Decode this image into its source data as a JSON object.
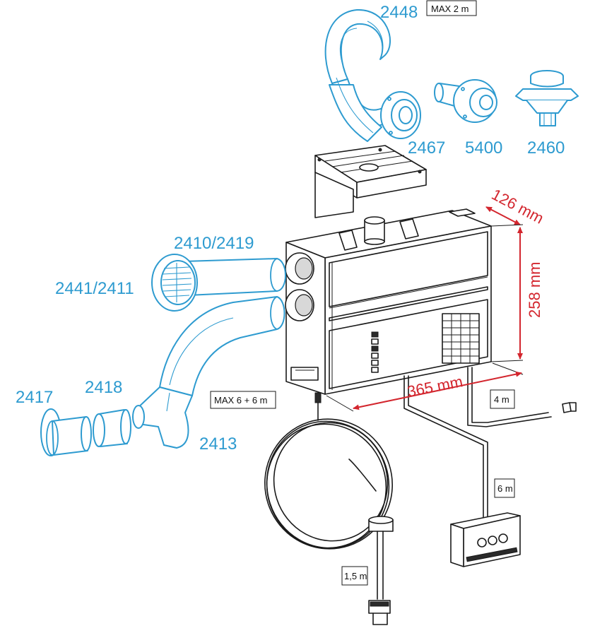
{
  "labels": {
    "p2448": "2448",
    "max2m": "MAX 2 m",
    "p2467": "2467",
    "p5400": "5400",
    "p2460": "2460",
    "p2410": "2410/2419",
    "p2441": "2441/2411",
    "p2417": "2417",
    "p2418": "2418",
    "p2413": "2413",
    "max66": "MAX 6 + 6 m",
    "len4m": "4 m",
    "len6m": "6 m",
    "len15m": "1,5 m"
  },
  "dimensions": {
    "depth": "126 mm",
    "height": "258 mm",
    "width": "365 mm"
  },
  "colors": {
    "parts": "#2e9bd0",
    "dimensions": "#d3262e",
    "outline": "#1a1a1a"
  }
}
